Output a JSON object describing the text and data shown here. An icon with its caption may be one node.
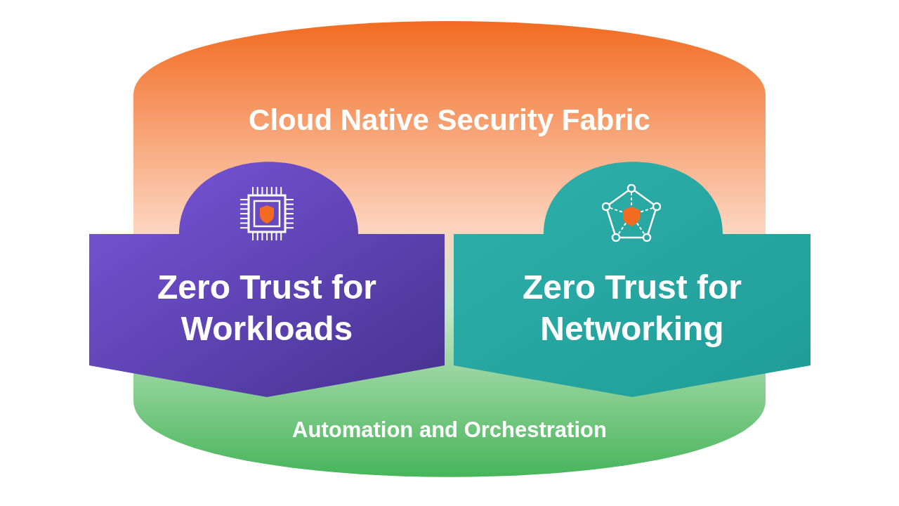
{
  "diagram": {
    "nodes": [
      {
        "text": [
          "Cloud Native Security Fabric",
          "Automation and Orchestration"
        ]
      },
      {
        "text": [
          "Zero Trust for Workloads"
        ],
        "in": 0
      },
      {
        "text": [
          "Zero Trust for Networking"
        ],
        "in": 0
      }
    ]
  }
}
